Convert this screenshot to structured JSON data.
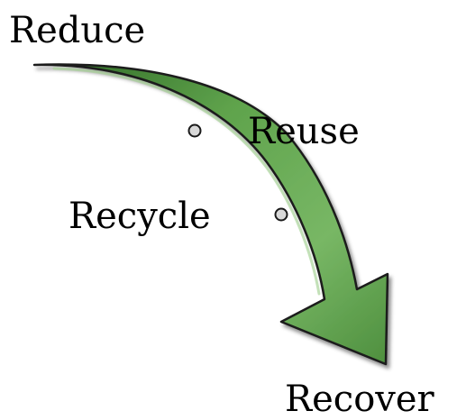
{
  "diagram": {
    "stages": [
      {
        "id": "reduce",
        "label": "Reduce"
      },
      {
        "id": "reuse",
        "label": "Reuse"
      },
      {
        "id": "recycle",
        "label": "Recycle"
      },
      {
        "id": "recover",
        "label": "Recover"
      }
    ],
    "arrow_color": "#5fa34c",
    "arrow_dark": "#2f6a26",
    "arrow_outline": "#1a1a1a",
    "marker_fill": "#d9d9d9"
  }
}
